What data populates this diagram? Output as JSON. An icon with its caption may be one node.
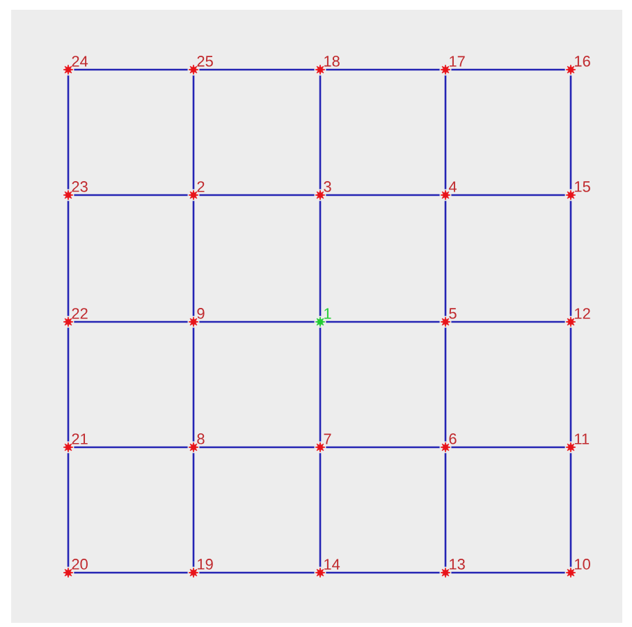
{
  "diagram": {
    "nodes": [
      {
        "text": [
          "24"
        ]
      },
      {
        "text": [
          "25"
        ]
      },
      {
        "text": [
          "18"
        ]
      },
      {
        "text": [
          "17"
        ]
      },
      {
        "text": [
          "16"
        ]
      },
      {
        "text": [
          "23"
        ]
      },
      {
        "text": [
          "2"
        ]
      },
      {
        "text": [
          "3"
        ]
      },
      {
        "text": [
          "4"
        ]
      },
      {
        "text": [
          "15"
        ]
      },
      {
        "text": [
          "22"
        ]
      },
      {
        "text": [
          "9"
        ]
      },
      {
        "text": [
          "1"
        ]
      },
      {
        "text": [
          "5"
        ]
      },
      {
        "text": [
          "12"
        ]
      },
      {
        "text": [
          "21"
        ]
      },
      {
        "text": [
          "8"
        ]
      },
      {
        "text": [
          "7"
        ]
      },
      {
        "text": [
          "6"
        ]
      },
      {
        "text": [
          "11"
        ]
      },
      {
        "text": [
          "20"
        ]
      },
      {
        "text": [
          "19"
        ]
      },
      {
        "text": [
          "14"
        ]
      },
      {
        "text": [
          "13"
        ]
      },
      {
        "text": [
          "10"
        ]
      }
    ],
    "edges": [
      {
        "from": 0,
        "to": 1,
        "arrow": "none"
      },
      {
        "from": 1,
        "to": 2,
        "arrow": "none"
      },
      {
        "from": 2,
        "to": 3,
        "arrow": "none"
      },
      {
        "from": 3,
        "to": 4,
        "arrow": "none"
      },
      {
        "from": 5,
        "to": 6,
        "arrow": "none"
      },
      {
        "from": 6,
        "to": 7,
        "arrow": "none"
      },
      {
        "from": 7,
        "to": 8,
        "arrow": "none"
      },
      {
        "from": 8,
        "to": 9,
        "arrow": "none"
      },
      {
        "from": 10,
        "to": 11,
        "arrow": "none"
      },
      {
        "from": 11,
        "to": 12,
        "arrow": "none"
      },
      {
        "from": 12,
        "to": 13,
        "arrow": "none"
      },
      {
        "from": 13,
        "to": 14,
        "arrow": "none"
      },
      {
        "from": 15,
        "to": 16,
        "arrow": "none"
      },
      {
        "from": 16,
        "to": 17,
        "arrow": "none"
      },
      {
        "from": 17,
        "to": 18,
        "arrow": "none"
      },
      {
        "from": 18,
        "to": 19,
        "arrow": "none"
      },
      {
        "from": 20,
        "to": 21,
        "arrow": "none"
      },
      {
        "from": 21,
        "to": 22,
        "arrow": "none"
      },
      {
        "from": 22,
        "to": 23,
        "arrow": "none"
      },
      {
        "from": 23,
        "to": 24,
        "arrow": "none"
      },
      {
        "from": 0,
        "to": 5,
        "arrow": "none"
      },
      {
        "from": 5,
        "to": 10,
        "arrow": "none"
      },
      {
        "from": 10,
        "to": 15,
        "arrow": "none"
      },
      {
        "from": 15,
        "to": 20,
        "arrow": "none"
      },
      {
        "from": 1,
        "to": 6,
        "arrow": "none"
      },
      {
        "from": 6,
        "to": 11,
        "arrow": "none"
      },
      {
        "from": 11,
        "to": 16,
        "arrow": "none"
      },
      {
        "from": 16,
        "to": 21,
        "arrow": "none"
      },
      {
        "from": 2,
        "to": 7,
        "arrow": "none"
      },
      {
        "from": 7,
        "to": 12,
        "arrow": "none"
      },
      {
        "from": 12,
        "to": 17,
        "arrow": "none"
      },
      {
        "from": 17,
        "to": 22,
        "arrow": "none"
      },
      {
        "from": 3,
        "to": 8,
        "arrow": "none"
      },
      {
        "from": 8,
        "to": 13,
        "arrow": "none"
      },
      {
        "from": 13,
        "to": 18,
        "arrow": "none"
      },
      {
        "from": 18,
        "to": 23,
        "arrow": "none"
      },
      {
        "from": 4,
        "to": 9,
        "arrow": "none"
      },
      {
        "from": 9,
        "to": 14,
        "arrow": "none"
      },
      {
        "from": 14,
        "to": 19,
        "arrow": "none"
      },
      {
        "from": 19,
        "to": 24,
        "arrow": "none"
      }
    ]
  }
}
